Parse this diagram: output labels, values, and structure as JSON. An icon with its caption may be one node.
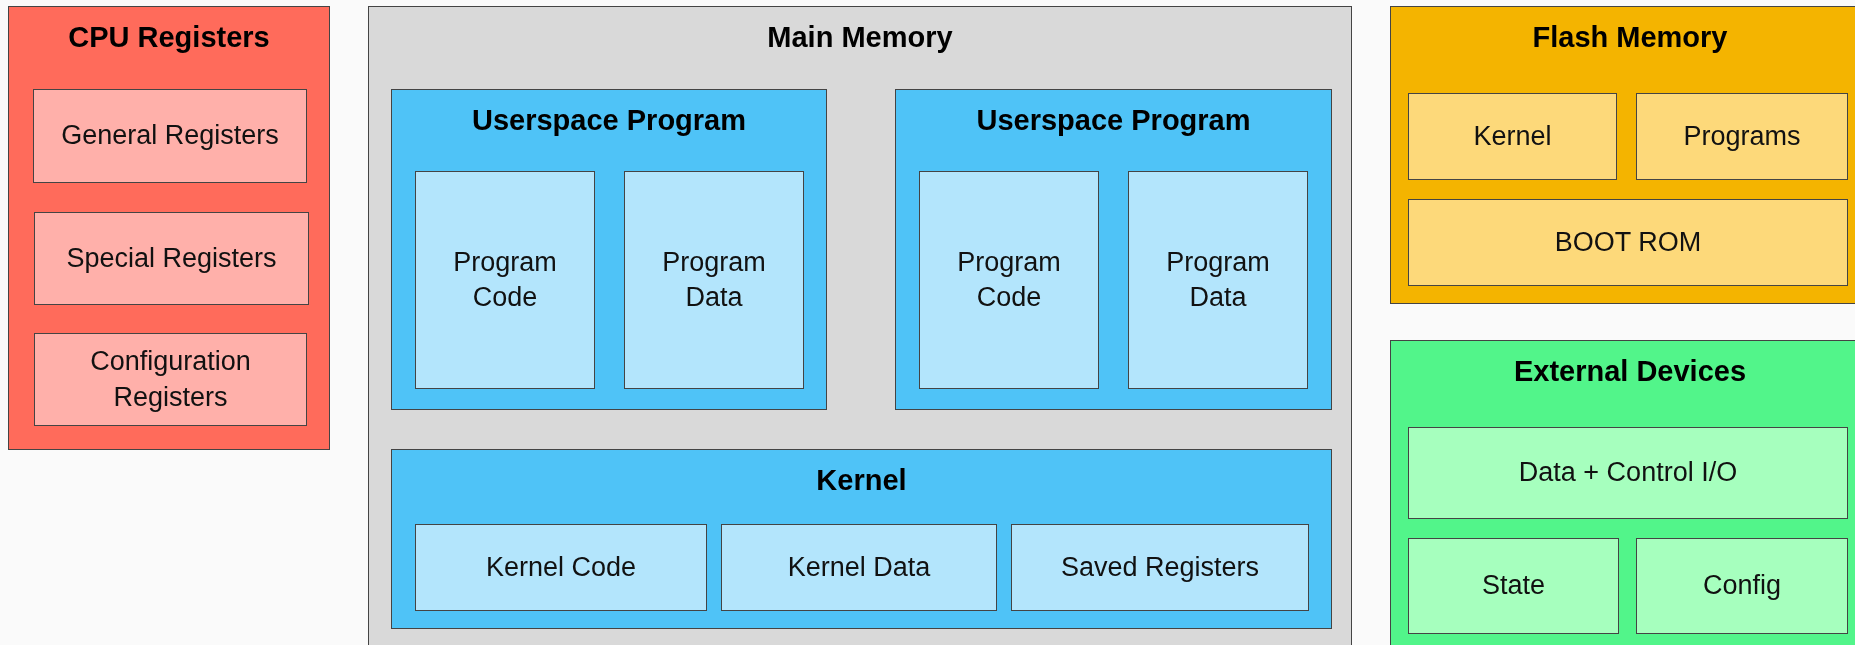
{
  "diagram": {
    "nodes": [
      {
        "text": [
          "CPU Registers"
        ]
      },
      {
        "text": [
          "General Registers"
        ],
        "in": 0
      },
      {
        "text": [
          "Special Registers"
        ],
        "in": 0
      },
      {
        "text": [
          "Configuration Registers"
        ],
        "in": 0
      },
      {
        "text": [
          "Main Memory"
        ]
      },
      {
        "text": [
          "Userspace Program"
        ],
        "in": 4
      },
      {
        "text": [
          "Program Code"
        ],
        "in": 5
      },
      {
        "text": [
          "Program Data"
        ],
        "in": 5
      },
      {
        "text": [
          "Userspace Program"
        ],
        "in": 4
      },
      {
        "text": [
          "Program Code"
        ],
        "in": 8
      },
      {
        "text": [
          "Program Data"
        ],
        "in": 8
      },
      {
        "text": [
          "Kernel"
        ],
        "in": 4
      },
      {
        "text": [
          "Kernel Code"
        ],
        "in": 11
      },
      {
        "text": [
          "Kernel Data"
        ],
        "in": 11
      },
      {
        "text": [
          "Saved Registers"
        ],
        "in": 11
      },
      {
        "text": [
          "Flash Memory"
        ]
      },
      {
        "text": [
          "Kernel"
        ],
        "in": 15
      },
      {
        "text": [
          "Programs"
        ],
        "in": 15
      },
      {
        "text": [
          "BOOT ROM"
        ],
        "in": 15
      },
      {
        "text": [
          "External Devices"
        ]
      },
      {
        "text": [
          "Data + Control I/O"
        ],
        "in": 19
      },
      {
        "text": [
          "State"
        ],
        "in": 19
      },
      {
        "text": [
          "Config"
        ],
        "in": 19
      }
    ]
  }
}
